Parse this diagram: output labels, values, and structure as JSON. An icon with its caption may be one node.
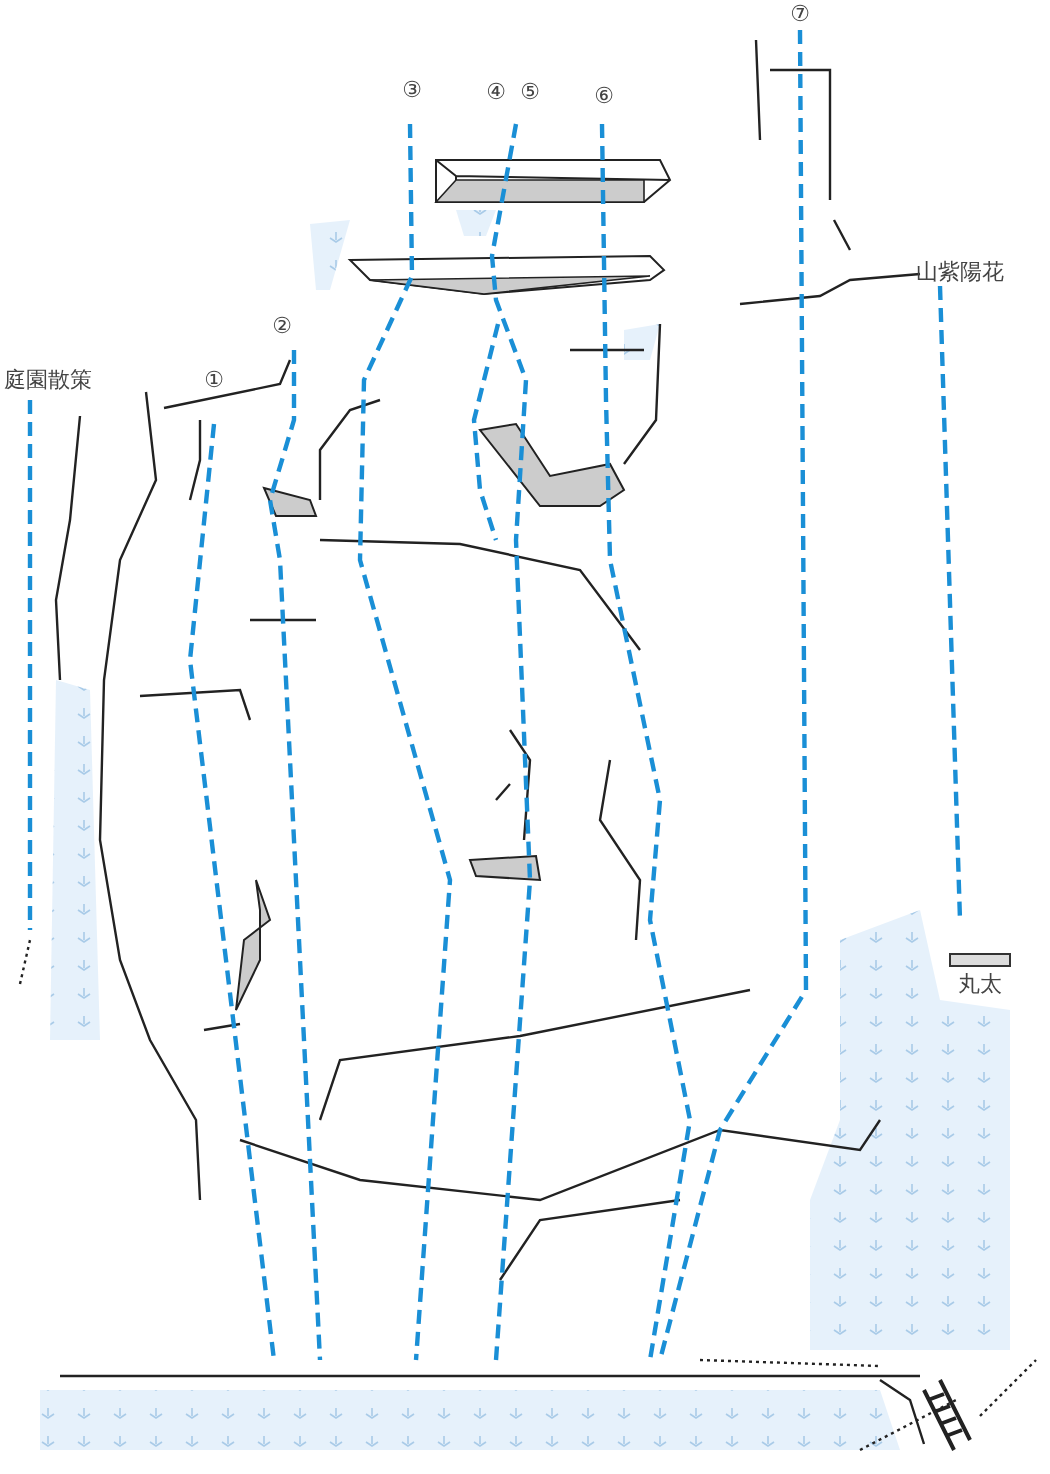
{
  "diagram": {
    "labels": [
      "①",
      "②",
      "③",
      "④",
      "⑤",
      "⑥",
      "⑦",
      "庭園散策",
      "山紫陽花",
      "丸太"
    ]
  }
}
